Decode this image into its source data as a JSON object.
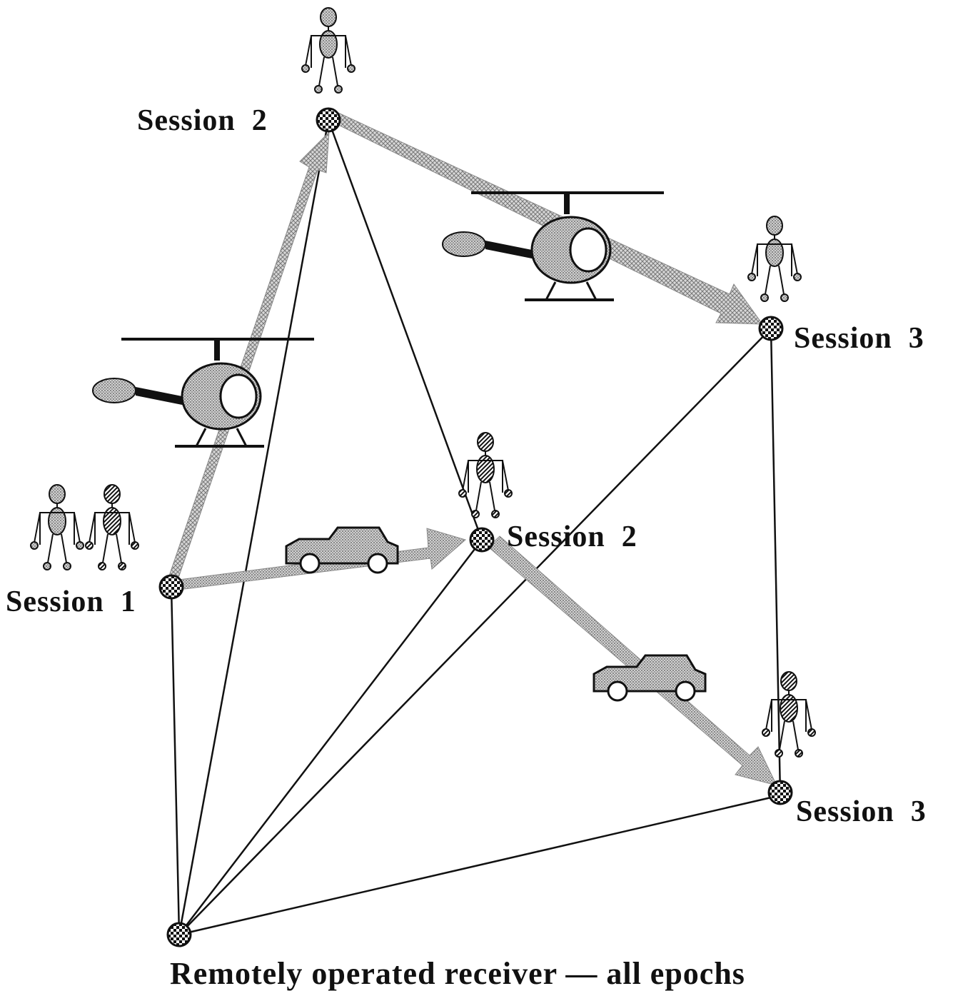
{
  "diagram": {
    "caption": "Remotely operated receiver — all epochs",
    "labels": {
      "heli_session2": "Session  2",
      "heli_session3": "Session  3",
      "heli_session1": "Session  1",
      "car_session2": "Session  2",
      "car_session3": "Session  3"
    },
    "icons": [
      "person-icon",
      "helicopter-icon",
      "car-icon",
      "gps-receiver-marker"
    ],
    "colors": {
      "line": "#111111",
      "arrow_fill": "#c8c8c8",
      "body_fill": "#bdbdbd"
    }
  }
}
